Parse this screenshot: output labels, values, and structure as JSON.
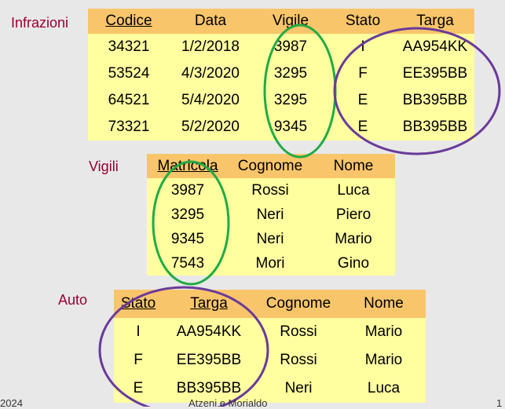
{
  "labels": {
    "infrazioni": "Infrazioni",
    "vigili": "Vigili",
    "auto": "Auto"
  },
  "infrazioni": {
    "headers": [
      "Codice",
      "Data",
      "Vigile",
      "Stato",
      "Targa"
    ],
    "rows": [
      [
        "34321",
        "1/2/2018",
        "3987",
        "I",
        "AA954KK"
      ],
      [
        "53524",
        "4/3/2020",
        "3295",
        "F",
        "EE395BB"
      ],
      [
        "64521",
        "5/4/2020",
        "3295",
        "E",
        "BB395BB"
      ],
      [
        "73321",
        "5/2/2020",
        "9345",
        "E",
        "BB395BB"
      ]
    ]
  },
  "vigili": {
    "headers": [
      "Matricola",
      "Cognome",
      "Nome"
    ],
    "rows": [
      [
        "3987",
        "Rossi",
        "Luca"
      ],
      [
        "3295",
        "Neri",
        "Piero"
      ],
      [
        "9345",
        "Neri",
        "Mario"
      ],
      [
        "7543",
        "Mori",
        "Gino"
      ]
    ]
  },
  "auto": {
    "headers": [
      "Stato",
      "Targa",
      "Cognome",
      "Nome"
    ],
    "rows": [
      [
        "I",
        "AA954KK",
        "Rossi",
        "Mario"
      ],
      [
        "F",
        "EE395BB",
        "Rossi",
        "Mario"
      ],
      [
        "E",
        "BB395BB",
        "Neri",
        "Luca"
      ]
    ]
  },
  "footer": {
    "year": "2024",
    "authors": "Atzeni e Morialdo",
    "page": "1"
  },
  "colors": {
    "label": "#990033",
    "header_bg": "#f9c56a",
    "cell_bg": "#ffffa0",
    "green_ellipse": "#22aa44",
    "purple_ellipse": "#6a3a9a"
  }
}
